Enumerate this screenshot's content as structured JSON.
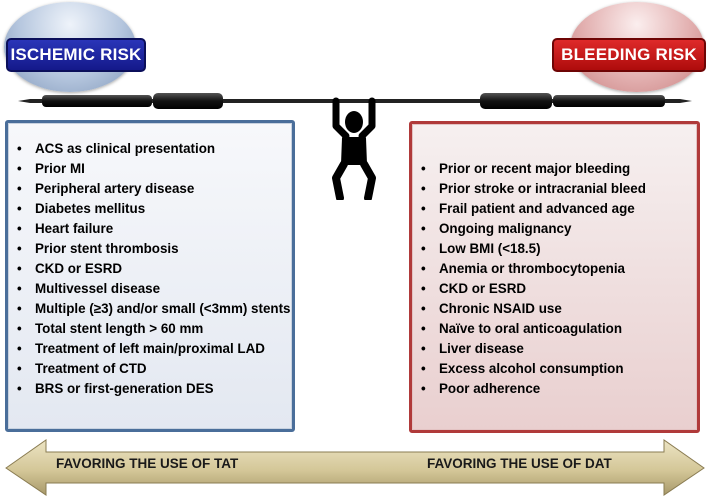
{
  "ischemic": {
    "title": "ISCHEMIC RISK",
    "factors": [
      "ACS as clinical presentation",
      "Prior MI",
      "Peripheral artery disease",
      "Diabetes mellitus",
      "Heart failure",
      "Prior stent thrombosis",
      "CKD or ESRD",
      "Multivessel disease",
      "Multiple (≥3) and/or small (<3mm) stents",
      "Total stent length > 60 mm",
      "Treatment of left main/proximal LAD",
      "Treatment of CTD",
      "BRS or first-generation DES"
    ]
  },
  "bleeding": {
    "title": "BLEEDING RISK",
    "factors": [
      "Prior or recent major bleeding",
      "Prior stroke or intracranial bleed",
      "Frail patient and advanced age",
      "Ongoing malignancy",
      "Low BMI (<18.5)",
      "Anemia or thrombocytopenia",
      "CKD or ESRD",
      "Chronic NSAID use",
      "Naïve to oral anticoagulation",
      "Liver disease",
      "Excess alcohol consumption",
      "Poor adherence"
    ]
  },
  "arrow": {
    "left_label": "FAVORING THE USE OF TAT",
    "right_label": "FAVORING THE USE OF DAT"
  },
  "colors": {
    "ischemic_accent": "#14198a",
    "bleeding_accent": "#ae0c0c",
    "arrow_fill": "#c8b886"
  },
  "icons": [
    "weightlifter-icon",
    "barbell-icon",
    "double-arrow-icon"
  ]
}
